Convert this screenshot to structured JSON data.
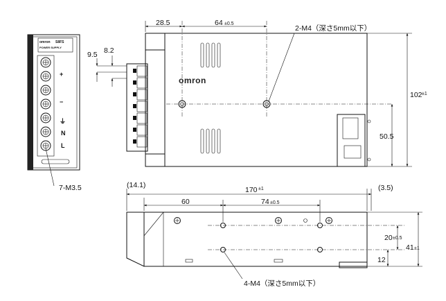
{
  "front_view": {
    "brand": "omron",
    "model": "S8FS",
    "subtitle": "POWER SUPPLY",
    "terminal_symbols": [
      "+",
      "−",
      "⏚",
      "N",
      "L"
    ],
    "terminal_label": "7-M3.5"
  },
  "top_view": {
    "dims": {
      "d1": "28.5",
      "d2": "64",
      "d2_tol": "±0.5",
      "d3": "9.5",
      "d4": "8.2",
      "d5": "102",
      "d5_tol": "±1",
      "d6": "50.5"
    },
    "hole_label": "2-M4（深さ5mm以下）",
    "brand": "omron"
  },
  "side_view": {
    "dims": {
      "s1": "(14.1)",
      "s2": "170",
      "s2_tol": "±1",
      "s3": "(3.5)",
      "s4": "60",
      "s5": "74",
      "s5_tol": "±0.5",
      "s6": "20",
      "s6_tol": "±0.5",
      "s7": "41",
      "s7_tol": "±1",
      "s8": "12"
    },
    "hole_label": "4-M4（深さ5mm以下）"
  }
}
